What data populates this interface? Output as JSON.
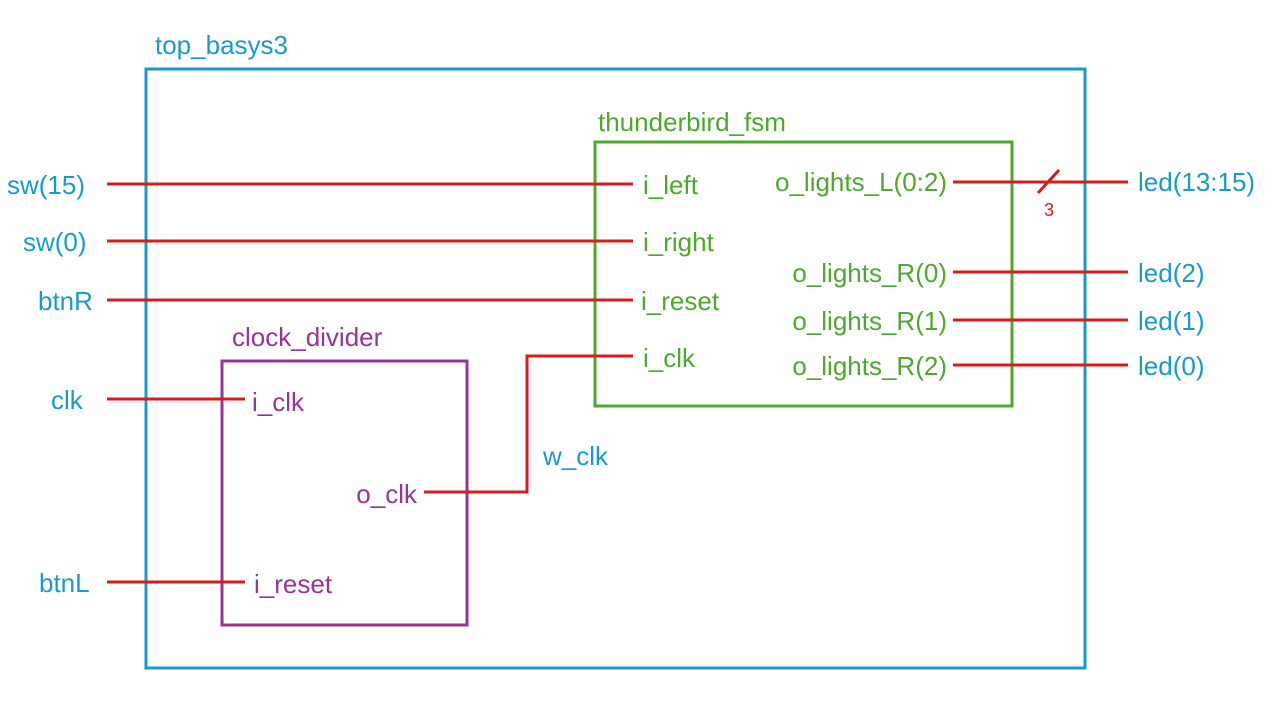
{
  "colors": {
    "top": "#1b9ac9",
    "fsm": "#4ea72e",
    "divider": "#963596",
    "wire": "#d81c1c",
    "ext": "#1b9ac9"
  },
  "top": {
    "title": "top_basys3"
  },
  "fsm": {
    "title": "thunderbird_fsm",
    "in_left": "i_left",
    "in_right": "i_right",
    "in_reset": "i_reset",
    "in_clk": "i_clk",
    "out_L": "o_lights_L(0:2)",
    "out_R0": "o_lights_R(0)",
    "out_R1": "o_lights_R(1)",
    "out_R2": "o_lights_R(2)"
  },
  "divider": {
    "title": "clock_divider",
    "in_clk": "i_clk",
    "out_clk": "o_clk",
    "in_reset": "i_reset"
  },
  "external": {
    "sw15": "sw(15)",
    "sw0": "sw(0)",
    "btnR": "btnR",
    "clk": "clk",
    "btnL": "btnL",
    "led13_15": "led(13:15)",
    "led2": "led(2)",
    "led1": "led(1)",
    "led0": "led(0)"
  },
  "wires": {
    "w_clk": "w_clk",
    "bus_width": "3"
  }
}
